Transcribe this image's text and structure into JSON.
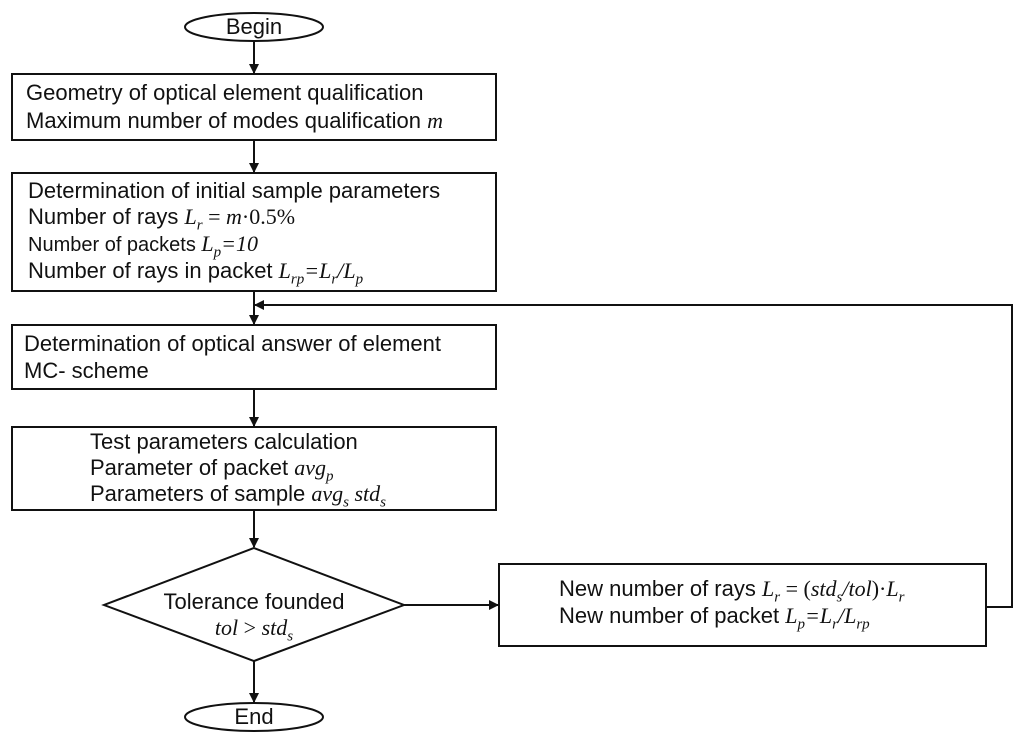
{
  "begin": {
    "label": "Begin"
  },
  "end": {
    "label": "End"
  },
  "box1": {
    "line1": "Geometry of optical element qualification",
    "line2": "Maximum number of modes qualification",
    "var_m": "m"
  },
  "box2": {
    "line1": "Determination of initial sample parameters",
    "rays_label": "Number of rays",
    "rays_L": "L",
    "rays_sub": "r",
    "rays_eq": " = ",
    "rays_m": "m",
    "rays_tail": "·0.5%",
    "packets_label": "Number of packets",
    "packets_L": "L",
    "packets_sub": "p",
    "packets_val": "=10",
    "rip_label": "Number of rays in packet",
    "rip_L": "L",
    "rip_sub": "rp",
    "rip_eq": "=",
    "rip_L2": "L",
    "rip_sub2": "r",
    "rip_slash": "/",
    "rip_L3": "L",
    "rip_sub3": "p"
  },
  "box3": {
    "line1": "Determination of optical answer of element",
    "line2": "MC- scheme"
  },
  "box4": {
    "line1": "Test parameters calculation",
    "pkt_label": "Parameter of packet",
    "pkt_avg": "avg",
    "pkt_sub": "p",
    "smp_label": "Parameters of sample",
    "smp_avg": "avg",
    "smp_avg_sub": "s",
    "smp_std": "std",
    "smp_std_sub": "s"
  },
  "decision": {
    "line1": "Tolerance founded",
    "tol": "tol",
    "gt": " > ",
    "std": "std",
    "std_sub": "s"
  },
  "update": {
    "rays_label": "New number of rays",
    "rays_L": "L",
    "rays_sub": "r",
    "rays_eq": " = (",
    "rays_std": "std",
    "rays_std_sub": "s",
    "rays_slash": "/",
    "rays_tol": "tol",
    "rays_close": ")·",
    "rays_L2": "L",
    "rays_sub2": "r",
    "pkt_label": "New number of packet",
    "pkt_L": "L",
    "pkt_sub": "p",
    "pkt_eq": "=",
    "pkt_L2": "L",
    "pkt_sub2": "r",
    "pkt_slash": "/",
    "pkt_L3": "L",
    "pkt_sub3": "rp"
  }
}
